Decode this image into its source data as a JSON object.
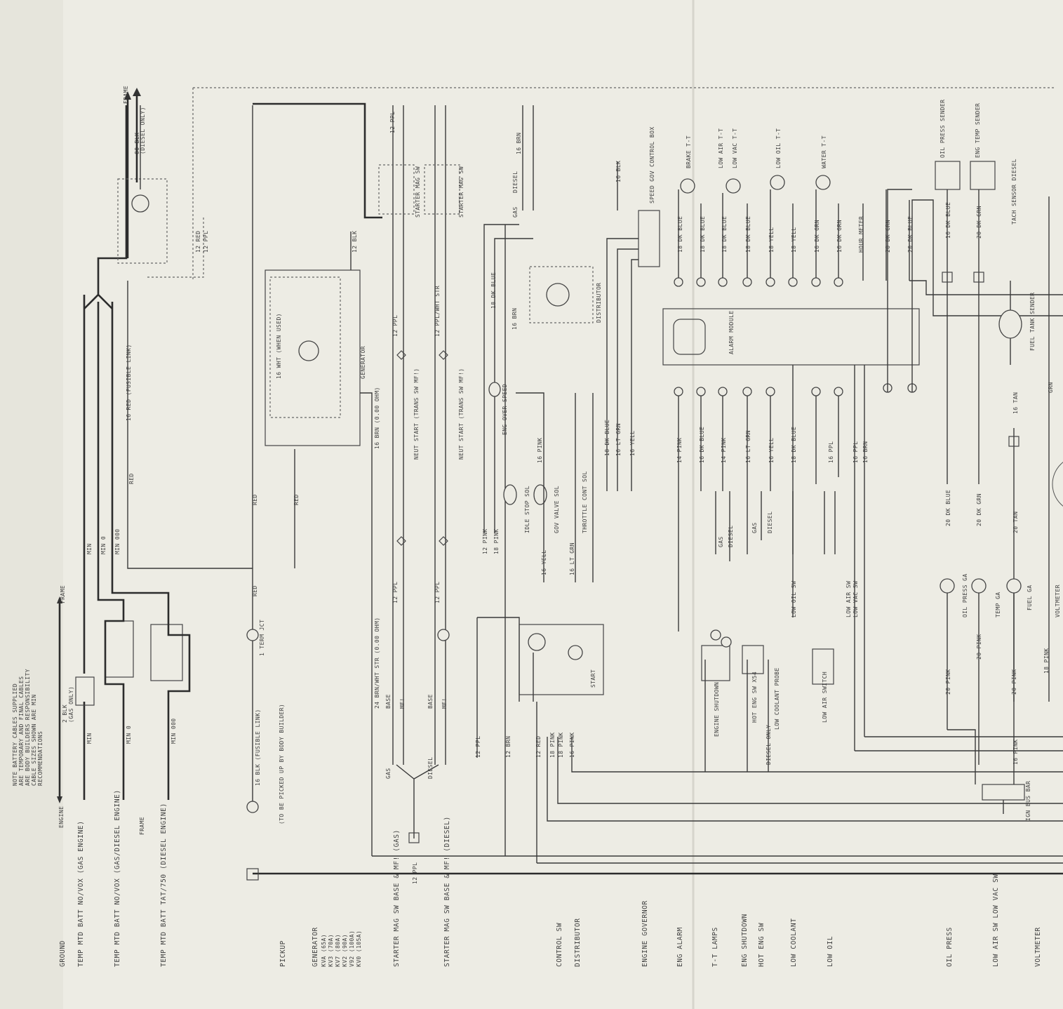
{
  "notes": {
    "battery": [
      "NOTE BATTERY CABLES SUPPLIED",
      "ARE TEMPORARY AND FINAL CABLES",
      "ARE BODY BUILDERS RESPONSIBILITY",
      "CABLE SIZES SHOWN ARE MIN",
      "RECOMMENDATIONS"
    ]
  },
  "left_labels": [
    "GROUND",
    "TEMP MTD BATT NO/VOX (GAS ENGINE)",
    "TEMP MTD BATT NO/VOX (GAS/DIESEL ENGINE)",
    "TEMP MTD BATT TAT/750 (DIESEL ENGINE)",
    "PICKUP",
    "GENERATOR",
    "STARTER MAG SW BASE & MF! (GAS)",
    "STARTER MAG SW BASE & MF! (DIESEL)",
    "CONTROL SW",
    "DISTRIBUTOR",
    "ENGINE GOVERNOR",
    "ENG ALARM",
    "T-T LAMPS",
    "ENG SHUTDOWN",
    "HOT ENG SW",
    "LOW COOLANT",
    "LOW OIL",
    "OIL PRESS",
    "LOW AIR SW LOW VAC SW",
    "VOLTMETER"
  ],
  "generator_models": [
    "KVA (65A)",
    "KV3 (70A)",
    "KV7 (80A)",
    "KV2 (90A)",
    "V92 (100A)",
    "KV0 (105A)"
  ],
  "top_labels": {
    "engine": "ENGINE",
    "frame_top": "FRAME",
    "frame_mid": "FRAME",
    "frame_side": "FRAME",
    "gas_only": "(GAS ONLY)",
    "diesel_only_top": "(DIESEL ONLY)",
    "ground_wire": "2 BLK",
    "ground_wire_top": "00 BLK"
  },
  "wires": {
    "min": "MIN",
    "min_0": "MIN 0",
    "min_000": "MIN 000",
    "red": "RED",
    "fusible_blk": "16 BLK (FUSIBLE LINK)",
    "fusible_red": "16 RED (FUSIBLE LINK)",
    "fusible_red_top": "16 RED (FUSIBLE LINK)",
    "term_jct": "1 TERM JCT",
    "wht_when_used": "16 WHT (WHEN USED)",
    "brn_ohm_1": "16 BRN (0.00 OHM)",
    "brn_ohm_2": "16 BRN (0.00 OHM)",
    "brn_wht_str": "24 BRN/WHT STR (0.00 OHM)",
    "ppl_12": "12 PPL",
    "ppl_wht_str": "12 PPL/WHT STR",
    "pink_12": "12 PINK",
    "pink_18": "18 PINK",
    "pink_16": "16 PINK",
    "pink_14": "14 PINK",
    "pink_20": "20 PINK",
    "red_12": "12 RED",
    "brn_12": "12 BRN",
    "blk_12": "12 BLK",
    "blk_16": "16 BLK",
    "red_12_top": "12 RED",
    "ppl_12_top": "12 PPL",
    "brn_16": "16 BRN",
    "dk_blue_18": "18 DK BLUE",
    "dk_blue_16": "16 DK BLUE",
    "dk_blue_20": "20 DK BLUE",
    "dk_grn_16": "16 DK GRN",
    "dk_grn_20": "20 DK GRN",
    "lt_grn_16": "16 LT GRN",
    "yell_16": "16 YELL",
    "yell_18": "18 YELL",
    "tan_16": "16 TAN",
    "tan_20": "20 TAN",
    "grn": "GRN",
    "ppl_16": "16 PPL",
    "brn_16b": "16 BRN"
  },
  "components": {
    "generator": "GENERATOR",
    "starter_mag_gas": "STARTER MAG SW",
    "starter_mag_diesel": "STARTER MAG SW",
    "neut_start_1": "NEUT START (TRANS SW MF!)",
    "neut_start_2": "NEUT START (TRANS SW MF!)",
    "idle_stop": "IDLE STOP SOL",
    "gov_valve": "GOV VALVE SOL",
    "throttle": "THROTTLE CONT SOL",
    "eng_over_speed": "ENG OVER SPEED",
    "distributor": "DISTRIBUTOR",
    "speed_gov": "SPEED GOV CONTROL BOX",
    "alarm_module": "ALARM MODULE",
    "hour_meter": "HOUR METER",
    "brake": "BRAKE T-T",
    "low_air_tt": "LOW AIR T-T",
    "low_vac_tt": "LOW VAC T-T",
    "low_oil_tt": "LOW OIL T-T",
    "water_tt": "WATER T-T",
    "oil_press_sender": "OIL PRESS SENDER",
    "eng_temp_sender": "ENG TEMP SENDER",
    "tach_sensor": "TACH SENSOR DIESEL",
    "fuel_tank_sender": "FUEL TANK SENDER",
    "oil_press_ga": "OIL PRESS GA",
    "temp_ga": "TEMP GA",
    "fuel_ga": "FUEL GA",
    "voltmeter": "VOLTMETER",
    "ign_bus_bar": "IGN BUS BAR",
    "engine_shutdown": "ENGINE SHUTDOWN",
    "hot_eng_sw": "HOT ENG SW X54",
    "low_coolant_probe": "LOW COOLANT PROBE",
    "diesel_only": "DIESEL ONLY",
    "low_air_switch": "LOW AIR SWITCH",
    "low_oil_sw": "LOW OIL SW",
    "low_air_sw": "LOW AIR SW",
    "low_vac_sw": "LOW VAC SW",
    "gas": "GAS",
    "diesel": "DIESEL",
    "base": "BASE",
    "mf": "MF!",
    "start": "START",
    "pickup_box": "(TO BE PICKED UP BY BODY BUILDER)"
  }
}
